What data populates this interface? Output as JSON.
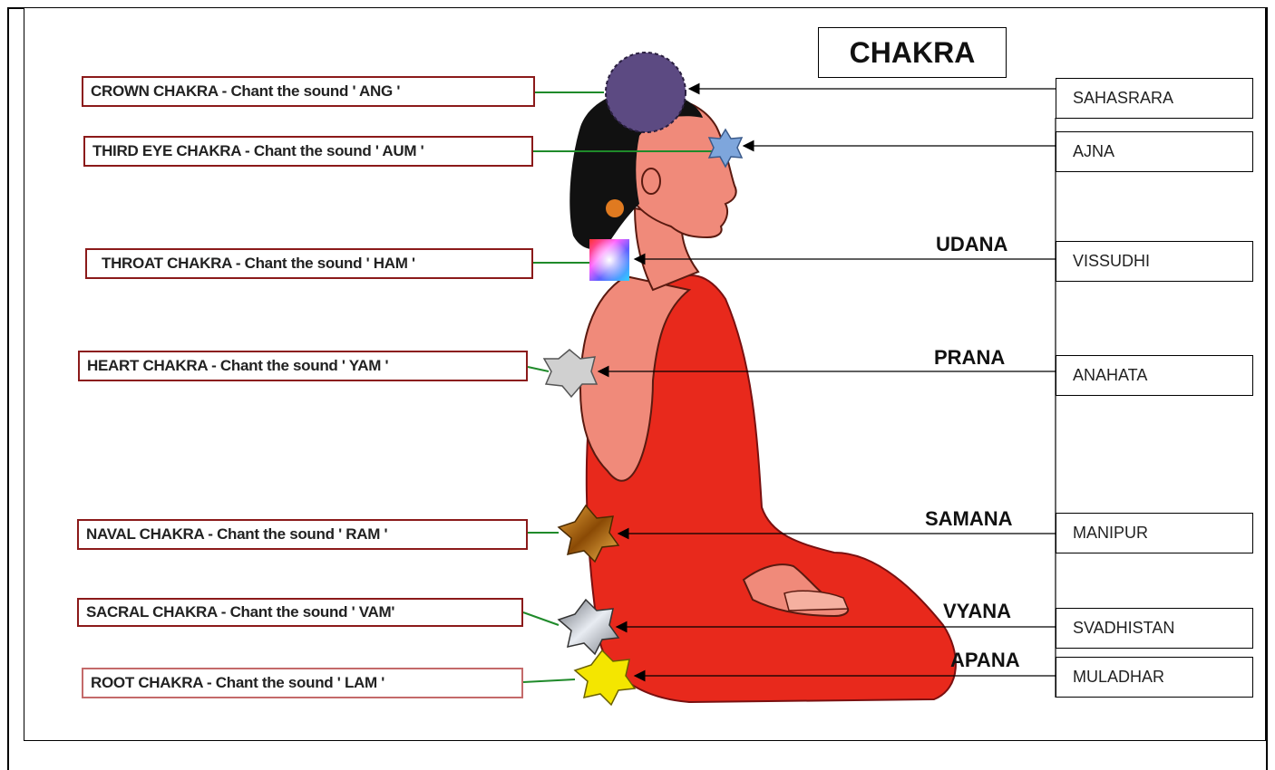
{
  "title": "CHAKRA",
  "chakra_labels": [
    {
      "text": "CROWN CHAKRA - Chant the sound ' ANG '"
    },
    {
      "text": "THIRD EYE CHAKRA - Chant the sound ' AUM '"
    },
    {
      "text": "THROAT CHAKRA - Chant the sound ' HAM '"
    },
    {
      "text": "HEART CHAKRA - Chant the sound ' YAM '"
    },
    {
      "text": "NAVAL CHAKRA - Chant the sound ' RAM '"
    },
    {
      "text": "SACRAL CHAKRA - Chant the sound  ' VAM'"
    },
    {
      "text": "ROOT CHAKRA - Chant the sound ' LAM '"
    }
  ],
  "sanskrit_names": [
    "SAHASRARA",
    "AJNA",
    "VISSUDHI",
    "ANAHATA",
    "MANIPUR",
    "SVADHISTAN",
    "MULADHAR"
  ],
  "vayus": [
    "UDANA",
    "PRANA",
    "SAMANA",
    "VYANA",
    "APANA"
  ],
  "colors": {
    "label_border": "#8b1a1a",
    "robe": "#e8291c",
    "skin": "#f08a7a",
    "hair": "#111111",
    "crown": "#5c4a82",
    "third_eye": "#7ea6dc",
    "heart": "#d0d0d0",
    "naval": "#b8720f",
    "sacral": "#a0a4aa",
    "root": "#f4e600",
    "connector": "#1f8a2a"
  }
}
